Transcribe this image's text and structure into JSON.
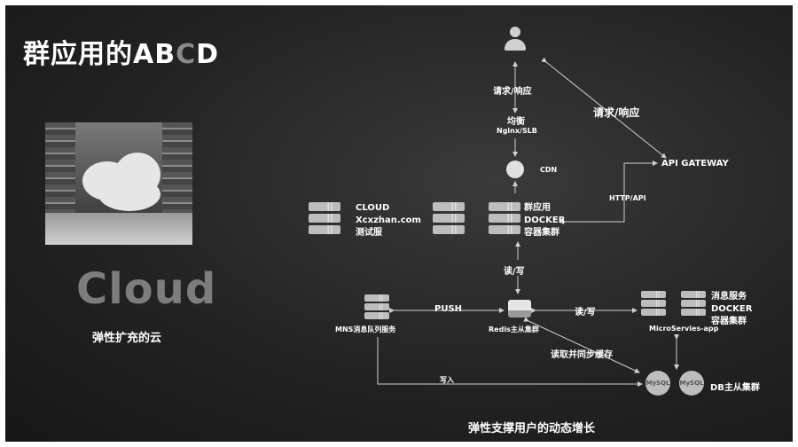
{
  "title": {
    "main": "群应用的AB",
    "c_letter": "C",
    "tail": "D"
  },
  "left_panel": {
    "cloud_word": "Cloud",
    "cloud_sub": "弹性扩充的云"
  },
  "diagram": {
    "req_resp_left": "请求/响应",
    "req_resp_right": "请求/响应",
    "balance": "均衡",
    "balance_sub": "Nginx/SLB",
    "cdn": "CDN",
    "api_gateway": "API GATEWAY",
    "http_api": "HTTP/API",
    "test_server": [
      "CLOUD",
      "Xcxzhan.com",
      "测试服"
    ],
    "cluster_app": [
      "群应用",
      "DOCKER",
      "容器集群"
    ],
    "read_write_mid": "读/写",
    "read_write_right": "读/写",
    "push": "PUSH",
    "mns": "MNS消息队列服务",
    "redis": "Redis主从集群",
    "microservice_app": "MicroServies-app",
    "message_service": [
      "消息服务",
      "DOCKER",
      "容器集群"
    ],
    "sync_cache": "读取并同步缓存",
    "write_in": "写入",
    "mysql_label": "MySQL",
    "db_cluster": "DB主从集群"
  },
  "footer": "弹性支撑用户的动态增长"
}
